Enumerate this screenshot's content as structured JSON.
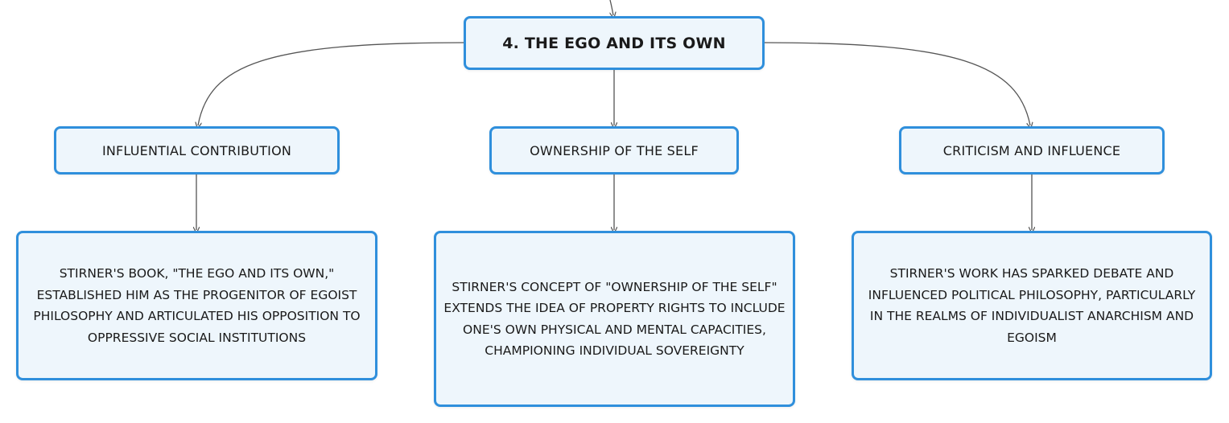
{
  "colors": {
    "node_border": "#2f8fdc",
    "node_fill": "#eef6fc",
    "connector": "#555555",
    "text": "#1a1a1a"
  },
  "root": {
    "label": "4. THE EGO AND ITS OWN"
  },
  "branches": [
    {
      "label": "INFLUENTIAL CONTRIBUTION",
      "detail": "STIRNER'S BOOK, \"THE EGO AND ITS OWN,\" ESTABLISHED HIM AS THE PROGENITOR OF EGOIST PHILOSOPHY AND ARTICULATED HIS OPPOSITION TO OPPRESSIVE SOCIAL INSTITUTIONS"
    },
    {
      "label": "OWNERSHIP OF THE SELF",
      "detail": "STIRNER'S CONCEPT OF \"OWNERSHIP OF THE SELF\" EXTENDS THE IDEA OF PROPERTY RIGHTS TO INCLUDE ONE'S OWN PHYSICAL AND MENTAL CAPACITIES, CHAMPIONING INDIVIDUAL SOVEREIGNTY"
    },
    {
      "label": "CRITICISM AND INFLUENCE",
      "detail": "STIRNER'S WORK HAS SPARKED DEBATE AND INFLUENCED POLITICAL PHILOSOPHY, PARTICULARLY IN THE REALMS OF INDIVIDUALIST ANARCHISM AND EGOISM"
    }
  ]
}
